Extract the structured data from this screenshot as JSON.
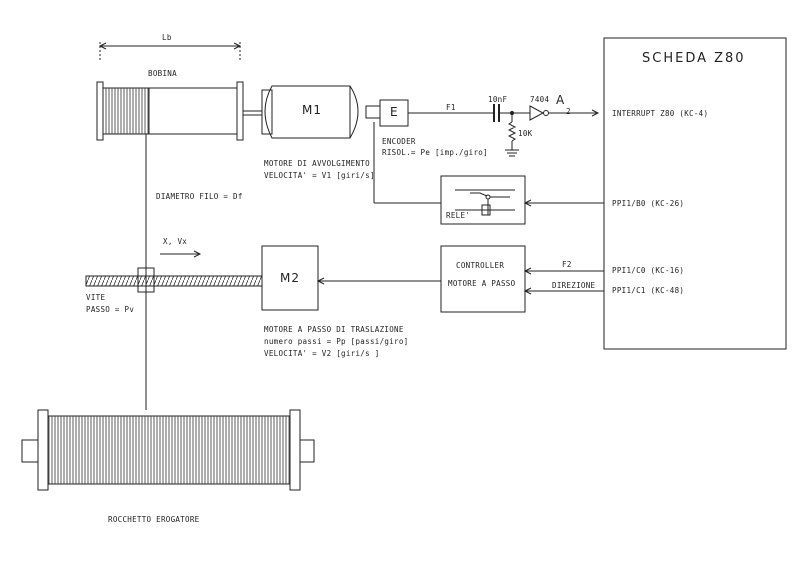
{
  "labels": {
    "lb": "Lb",
    "bobina": "BOBINA",
    "m1": "M1",
    "e": "E",
    "f1": "F1",
    "cap": "10nF",
    "ic": "7404",
    "gate_a": "A",
    "pin2": "2",
    "res": "10K",
    "encoder": "ENCODER",
    "risol": "RISOL.= Pe [imp./giro]",
    "motore_avv": "MOTORE DI AVVOLGIMENTO",
    "velocita1": "VELOCITA' = V1 [giri/s]",
    "diametro": "DIAMETRO FILO = Df",
    "rele": "RELE'",
    "x_vx": "X, Vx",
    "vite": "VITE",
    "passo": "PASSO = Pv",
    "m2": "M2",
    "controller": "CONTROLLER",
    "motore_passo": "MOTORE A PASSO",
    "f2": "F2",
    "direzione": "DIREZIONE",
    "motore_trasl": "MOTORE A PASSO DI TRASLAZIONE",
    "numero_passi": "numero passi = Pp [passi/giro]",
    "velocita2": "VELOCITA' = V2 [giri/s ]",
    "rocchetto": "ROCCHETTO EROGATORE",
    "scheda": "SCHEDA Z80",
    "interrupt": "INTERRUPT Z80 (KC-4)",
    "ppi_b0": "PPI1/B0 (KC-26)",
    "ppi_c0": "PPI1/C0 (KC-16)",
    "ppi_c1": "PPI1/C1 (KC-48)"
  }
}
